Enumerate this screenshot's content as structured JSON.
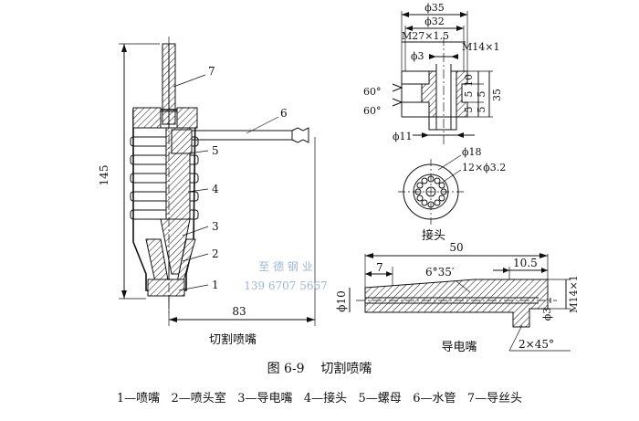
{
  "left_view": {
    "dim_height": "145",
    "dim_width": "83",
    "callouts": [
      "1",
      "2",
      "3",
      "4",
      "5",
      "6",
      "7"
    ],
    "title": "切割喷嘴"
  },
  "joint_view": {
    "dims": {
      "d35": "ϕ35",
      "d32": "ϕ32",
      "m27": "M27×1.5",
      "m14": "M14×1",
      "d3": "ϕ3",
      "h10": "10",
      "h5a": "5",
      "h5b": "5",
      "h35": "35",
      "h5c": "5",
      "h5d": "5",
      "a60a": "60°",
      "a60b": "60°",
      "d11": "ϕ11",
      "d18": "ϕ18",
      "holes": "12×ϕ3.2"
    },
    "title": "接头"
  },
  "electrode_view": {
    "dims": {
      "len50": "50",
      "len7": "7",
      "angle": "6°35′",
      "len105": "10.5",
      "d10": "ϕ10",
      "d3": "ϕ3",
      "m14": "M14×1",
      "chamfer": "2×45°"
    },
    "title": "导电嘴"
  },
  "watermark": {
    "line1": "至 德 钢 业",
    "line2": "139 6707 5667"
  },
  "caption": "图 6-9    切割喷嘴",
  "legend": "1—喷嘴   2—喷头室   3—导电嘴   4—接头   5—螺母   6—水管   7—导丝头"
}
